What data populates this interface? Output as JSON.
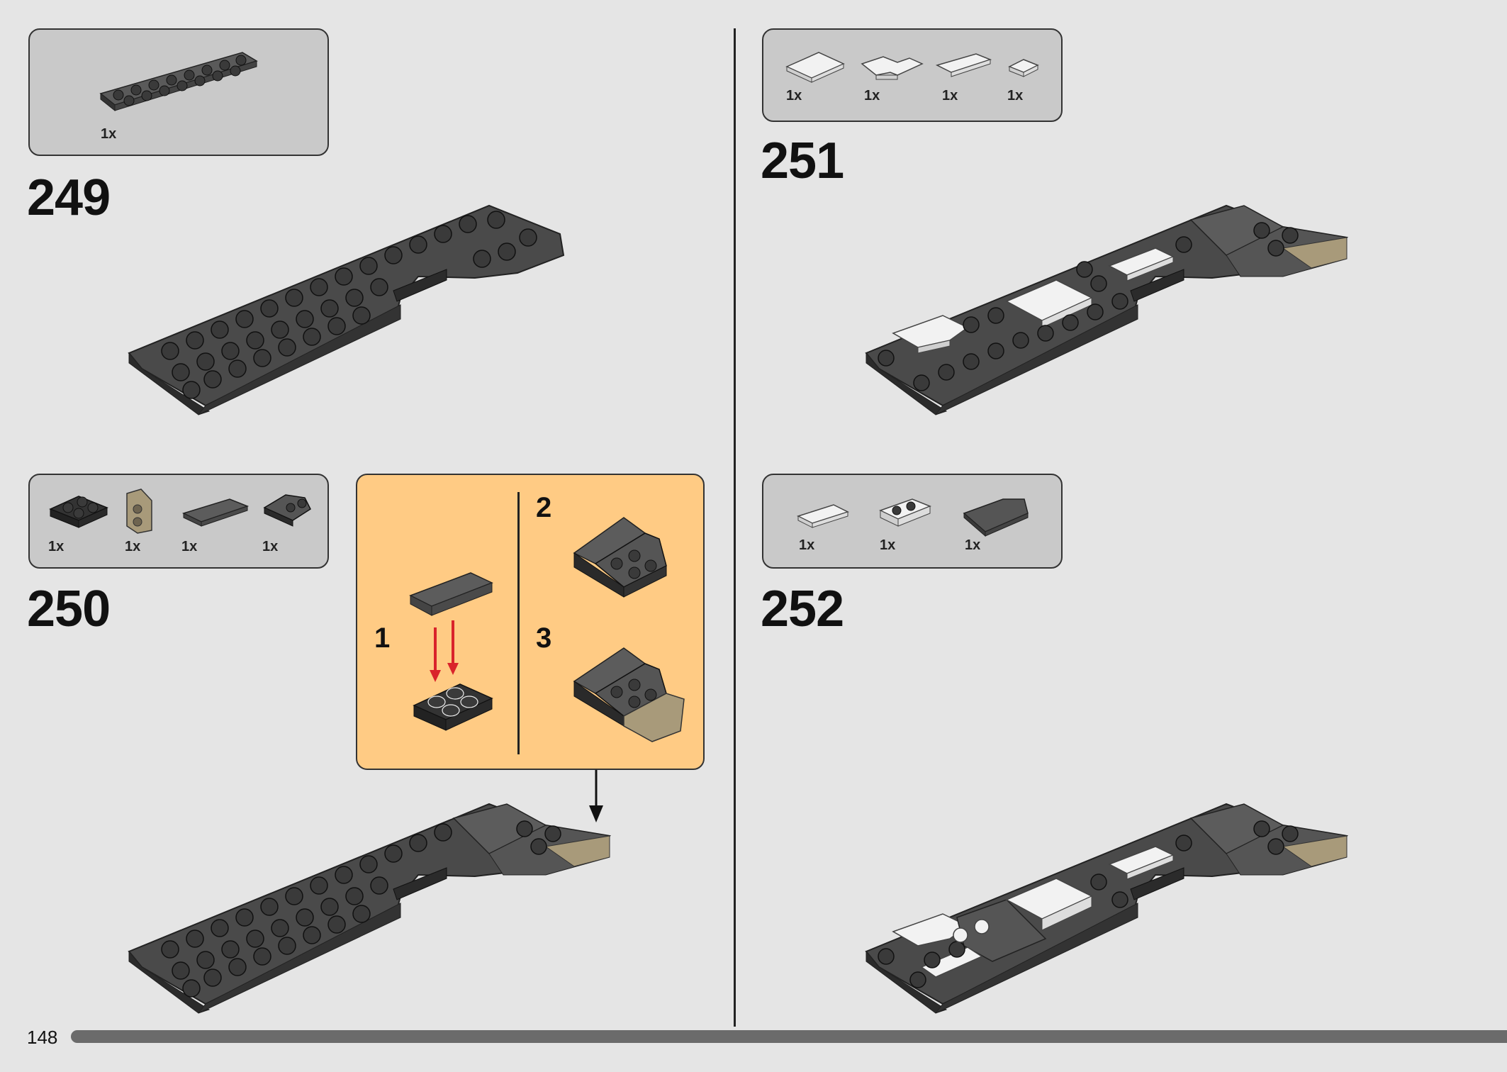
{
  "page": {
    "number": "148",
    "progress": 1.0
  },
  "steps": [
    {
      "id": "249",
      "number": "249",
      "parts": [
        {
          "qty": "1x",
          "part": "dark-gray-plate-2x8"
        }
      ]
    },
    {
      "id": "250",
      "number": "250",
      "parts": [
        {
          "qty": "1x",
          "part": "black-plate-2x2"
        },
        {
          "qty": "1x",
          "part": "tan-bracket"
        },
        {
          "qty": "1x",
          "part": "dark-gray-tile-2x4"
        },
        {
          "qty": "1x",
          "part": "dark-gray-wedge-plate"
        }
      ],
      "callout": {
        "substeps": [
          "1",
          "2",
          "3"
        ]
      }
    },
    {
      "id": "251",
      "number": "251",
      "parts": [
        {
          "qty": "1x",
          "part": "white-tile-2x3"
        },
        {
          "qty": "1x",
          "part": "white-tile-corner"
        },
        {
          "qty": "1x",
          "part": "white-tile-1x3"
        },
        {
          "qty": "1x",
          "part": "white-tile-1x2"
        }
      ]
    },
    {
      "id": "252",
      "number": "252",
      "parts": [
        {
          "qty": "1x",
          "part": "white-tile-1x3"
        },
        {
          "qty": "1x",
          "part": "white-plate-jumper"
        },
        {
          "qty": "1x",
          "part": "dark-gray-wedge-tile"
        }
      ]
    }
  ],
  "colors": {
    "background": "#e5e5e5",
    "panel": "#c9c9c9",
    "callout": "#ffcb84",
    "brick-dark": "#3a3a3a",
    "brick-mid": "#5c5c5c",
    "brick-white": "#f2f2f2",
    "brick-tan": "#a89a7a",
    "arrow-red": "#d9232b"
  }
}
